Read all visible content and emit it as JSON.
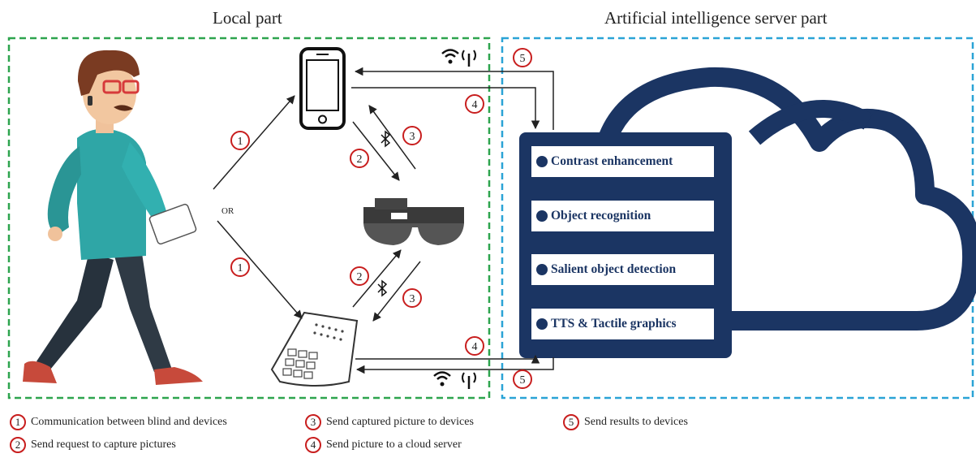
{
  "titles": {
    "local": "Local part",
    "server": "Artificial intelligence server part"
  },
  "or_label": "OR",
  "step_numbers": [
    "1",
    "2",
    "3",
    "4",
    "5"
  ],
  "server_functions": [
    "Contrast enhancement",
    "Object recognition",
    "Salient object detection",
    "TTS & Tactile graphics"
  ],
  "legend": [
    {
      "num": "1",
      "text": "Communication between blind and devices"
    },
    {
      "num": "2",
      "text": "Send request to capture pictures"
    },
    {
      "num": "3",
      "text": "Send captured picture to devices"
    },
    {
      "num": "4",
      "text": "Send picture to a cloud server"
    },
    {
      "num": "5",
      "text": "Send results to devices"
    }
  ],
  "colors": {
    "local_border": "#2da44e",
    "server_border": "#2aa3d6",
    "server_fill": "#1b3563",
    "marker_red": "#c81e1e"
  },
  "icons": [
    "person-icon",
    "smartphone-icon",
    "smart-glasses-icon",
    "braille-device-icon",
    "cloud-icon",
    "wifi-icon",
    "antenna-icon",
    "bluetooth-icon"
  ]
}
